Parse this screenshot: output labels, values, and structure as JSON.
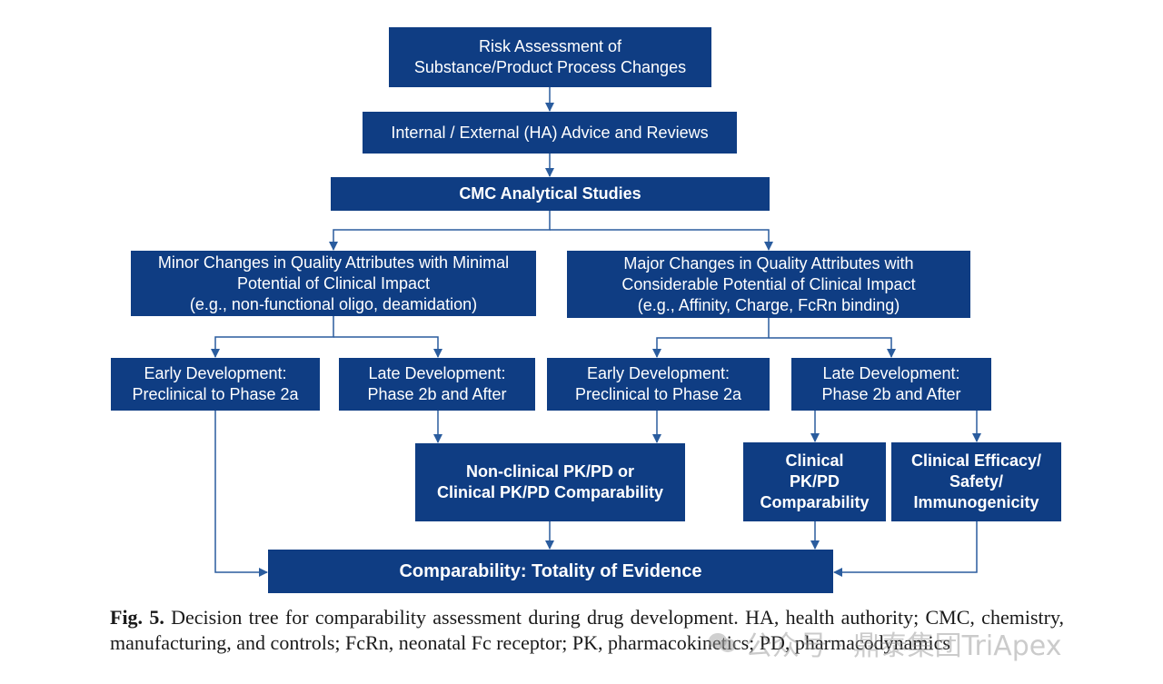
{
  "nodes": {
    "risk_assessment": "Risk Assessment of\nSubstance/Product Process Changes",
    "advice_reviews": "Internal / External (HA) Advice and Reviews",
    "cmc_studies": "CMC Analytical Studies",
    "minor_changes": "Minor Changes in Quality Attributes with Minimal\nPotential of Clinical Impact\n(e.g., non-functional oligo,  deamidation)",
    "major_changes": "Major Changes in Quality Attributes with\nConsiderable Potential of Clinical Impact\n(e.g., Affinity, Charge, FcRn binding)",
    "minor_early": "Early Development:\nPreclinical to Phase 2a",
    "minor_late": "Late Development:\nPhase 2b and After",
    "major_early": "Early Development:\nPreclinical to Phase 2a",
    "major_late": "Late Development:\nPhase 2b and After",
    "nonclinical_pkpd": "Non-clinical PK/PD or\nClinical PK/PD Comparability",
    "clinical_pkpd": "Clinical\nPK/PD\nComparability",
    "clinical_efficacy": "Clinical Efficacy/\nSafety/\nImmunogenicity",
    "totality": "Comparability: Totality of Evidence"
  },
  "caption": {
    "label": "Fig. 5.",
    "text": "Decision tree for comparability assessment during drug development. HA, health authority; CMC, chemistry, manufacturing, and controls; FcRn, neonatal Fc receptor; PK, pharmacokinetics; PD, pharmacodynamics"
  },
  "watermark": "公众号 · 鼎泰集团TriApex",
  "colors": {
    "box_fill": "#0f3d83",
    "connector": "#2a5c9e",
    "text": "#ffffff"
  }
}
